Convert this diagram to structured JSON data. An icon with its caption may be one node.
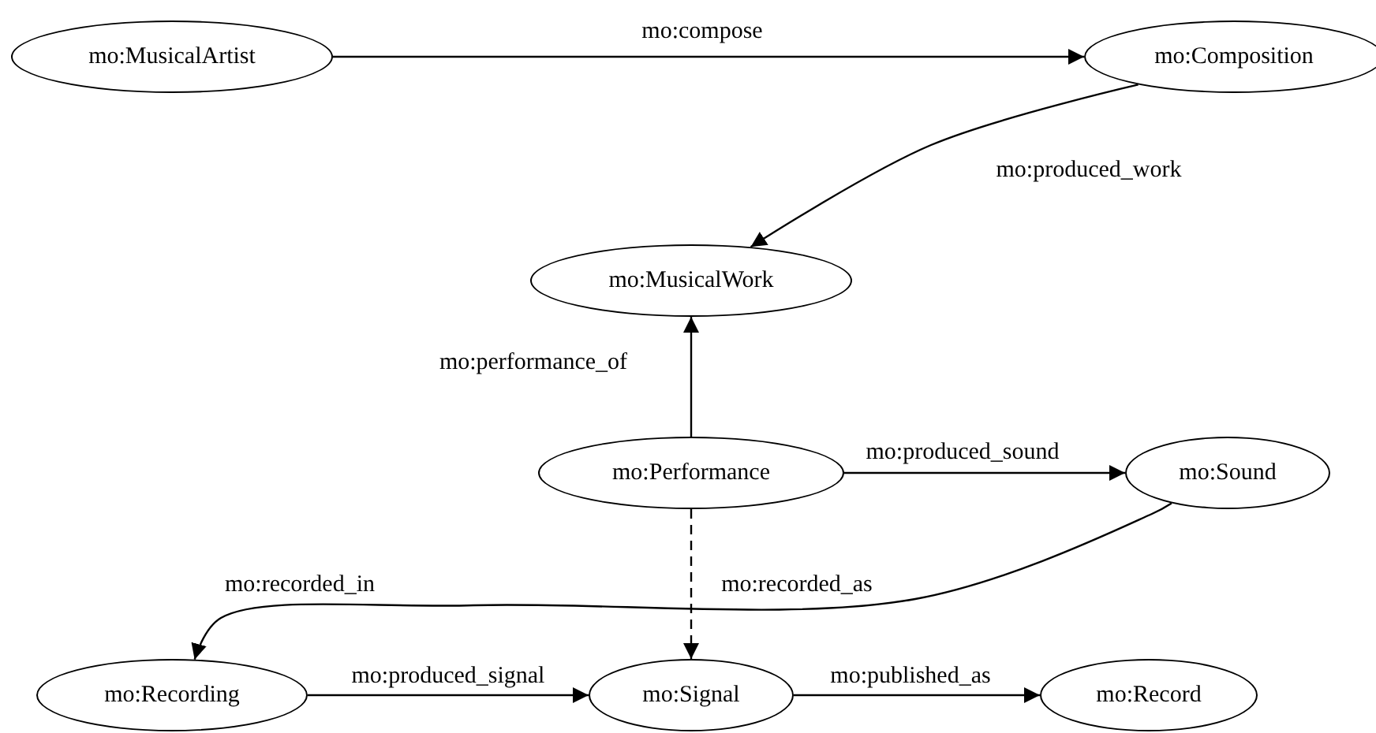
{
  "diagram": {
    "nodes": [
      {
        "text": [
          "mo:MusicalArtist"
        ]
      },
      {
        "text": [
          "mo:Composition"
        ]
      },
      {
        "text": [
          "mo:MusicalWork"
        ]
      },
      {
        "text": [
          "mo:Performance"
        ]
      },
      {
        "text": [
          "mo:Sound"
        ]
      },
      {
        "text": [
          "mo:Recording"
        ]
      },
      {
        "text": [
          "mo:Signal"
        ]
      },
      {
        "text": [
          "mo:Record"
        ]
      }
    ],
    "edges": [
      {
        "from": 0,
        "to": 1,
        "arrow": "to",
        "label": "mo:compose"
      },
      {
        "from": 1,
        "to": 2,
        "arrow": "to",
        "label": "mo:produced_work"
      },
      {
        "from": 3,
        "to": 2,
        "arrow": "to",
        "label": "mo:performance_of"
      },
      {
        "from": 3,
        "to": 4,
        "arrow": "to",
        "label": "mo:produced_sound"
      },
      {
        "from": 4,
        "to": 5,
        "arrow": "to",
        "label": "mo:recorded_in"
      },
      {
        "from": 3,
        "to": 6,
        "arrow": "to",
        "label": "mo:recorded_as",
        "style": "dashed"
      },
      {
        "from": 5,
        "to": 6,
        "arrow": "to",
        "label": "mo:produced_signal"
      },
      {
        "from": 6,
        "to": 7,
        "arrow": "to",
        "label": "mo:published_as"
      }
    ]
  }
}
